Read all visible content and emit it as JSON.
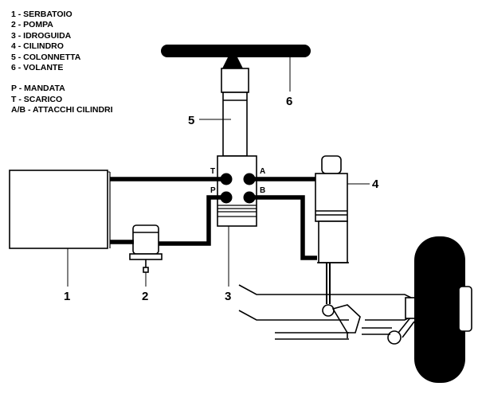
{
  "legend": {
    "components": [
      "1 - SERBATOIO",
      "2 - POMPA",
      "3 - IDROGUIDA",
      "4 - CILINDRO",
      "5 - COLONNETTA",
      "6 - VOLANTE"
    ],
    "ports": [
      "P - MANDATA",
      "T - SCARICO",
      "A/B - ATTACCHI CILINDRI"
    ]
  },
  "callouts": {
    "tank": "1",
    "pump": "2",
    "steering_unit": "3",
    "cylinder": "4",
    "column": "5",
    "wheel": "6"
  },
  "port_labels": {
    "t": "T",
    "a": "A",
    "p": "P",
    "b": "B"
  },
  "colors": {
    "line": "#000000",
    "background": "#ffffff"
  }
}
